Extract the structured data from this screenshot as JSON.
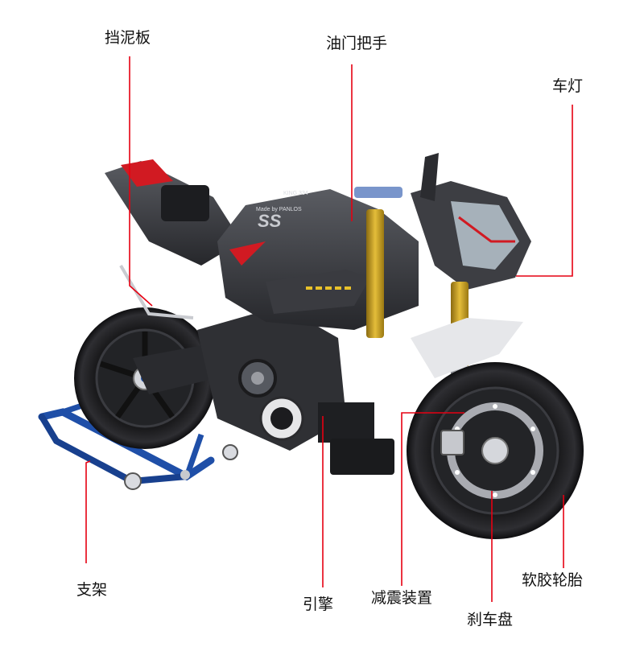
{
  "colors": {
    "leader": "#e60012",
    "text": "#111111",
    "background": "#ffffff"
  },
  "callouts": {
    "fender": "挡泥板",
    "throttle": "油门把手",
    "headlight": "车灯",
    "stand": "支架",
    "engine": "引擎",
    "suspension": "减震装置",
    "brake_disc": "刹车盘",
    "tire": "软胶轮胎"
  },
  "model_marks": {
    "brand": "KING 334",
    "side_logo": "SS",
    "tank_text": "Made by PANLOS"
  }
}
